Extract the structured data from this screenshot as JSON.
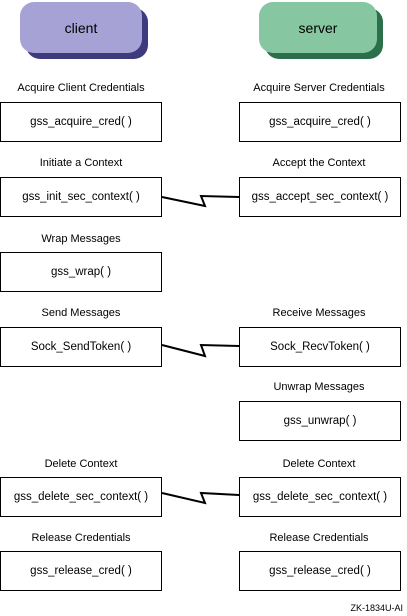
{
  "headers": {
    "client": "client",
    "server": "server"
  },
  "client_steps": [
    {
      "label": "Acquire Client Credentials",
      "call": "gss_acquire_cred( )"
    },
    {
      "label": "Initiate a Context",
      "call": "gss_init_sec_context( )"
    },
    {
      "label": "Wrap Messages",
      "call": "gss_wrap( )"
    },
    {
      "label": "Send Messages",
      "call": "Sock_SendToken( )"
    },
    {
      "label": "Delete Context",
      "call": "gss_delete_sec_context( )"
    },
    {
      "label": "Release Credentials",
      "call": "gss_release_cred( )"
    }
  ],
  "server_steps": [
    {
      "label": "Acquire Server Credentials",
      "call": "gss_acquire_cred( )"
    },
    {
      "label": "Accept the Context",
      "call": "gss_accept_sec_context( )"
    },
    {
      "label": "Receive Messages",
      "call": "Sock_RecvToken( )"
    },
    {
      "label": "Unwrap Messages",
      "call": "gss_unwrap( )"
    },
    {
      "label": "Delete Context",
      "call": "gss_delete_sec_context( )"
    },
    {
      "label": "Release Credentials",
      "call": "gss_release_cred( )"
    }
  ],
  "figure_id": "ZK-1834U-AI"
}
